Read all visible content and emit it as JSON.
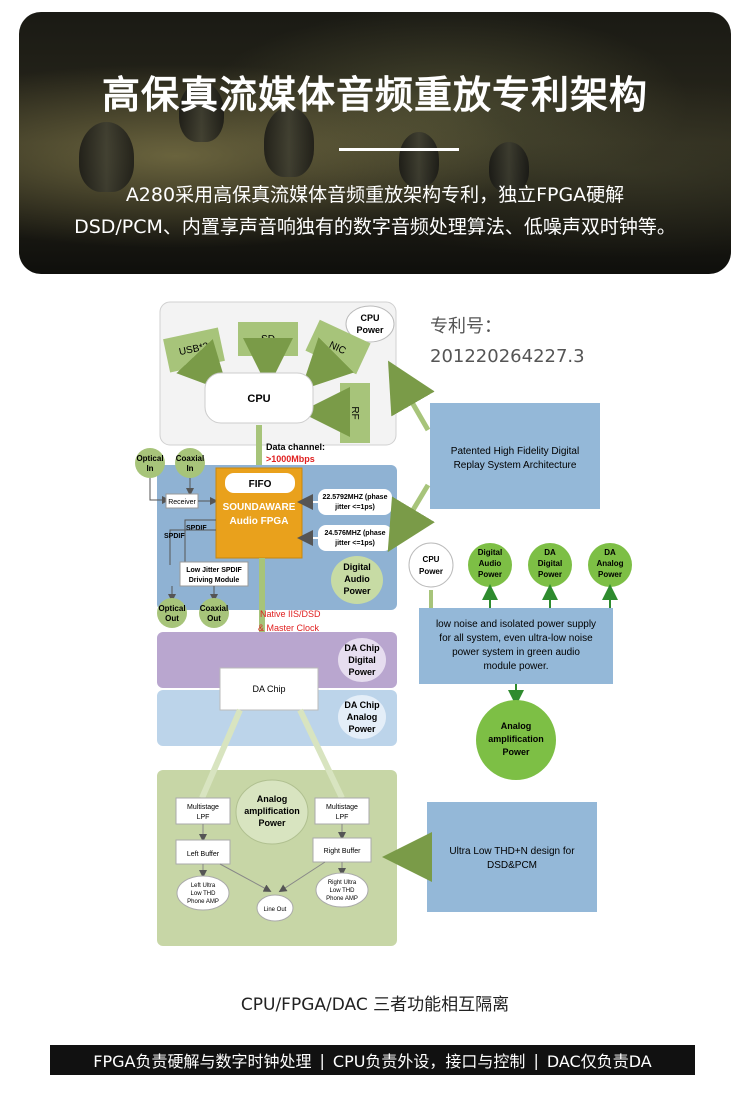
{
  "banner": {
    "title": "高保真流媒体音频重放专利架构",
    "line1": "A280采用高保真流媒体音频重放架构专利，独立FPGA硬解",
    "line2": "DSD/PCM、内置享声音响独有的数字音频处理算法、低噪声双时钟等。"
  },
  "patent": {
    "label": "专利号：",
    "number": "201220264227.3"
  },
  "diagram": {
    "cpu_power": [
      "CPU",
      "Power"
    ],
    "usb": "USB*2",
    "sd": "SD",
    "nic": "NIC",
    "rf": "RF",
    "cpu": "CPU",
    "data_channel": "Data channel:",
    "data_rate": ">1000Mbps",
    "optical_in": [
      "Optical",
      "In"
    ],
    "coaxial_in": [
      "Coaxial",
      "In"
    ],
    "receiver": "Receiver",
    "fifo": "FIFO",
    "soundaware": [
      "SOUNDAWARE",
      "Audio FPGA"
    ],
    "clock1": [
      "22.5792MHZ (phase",
      "jitter <=1ps)"
    ],
    "clock2": [
      "24.576MHZ (phase",
      "jitter <=1ps)"
    ],
    "spdif1": "SPDIF",
    "spdif2": "SPDIF",
    "low_jitter": [
      "Low Jitter SPDIF",
      "Driving Module"
    ],
    "optical_out": [
      "Optical",
      "Out"
    ],
    "coaxial_out": [
      "Coaxial",
      "Out"
    ],
    "digital_audio_power": [
      "Digital",
      "Audio",
      "Power"
    ],
    "native_iis": [
      "Native IIS/DSD",
      "& Master Clock"
    ],
    "da_chip_digital": [
      "DA Chip",
      "Digital",
      "Power"
    ],
    "da_chip": "DA Chip",
    "da_chip_analog": [
      "DA Chip",
      "Analog",
      "Power"
    ],
    "analog_amp_power": [
      "Analog",
      "amplification",
      "Power"
    ],
    "multistage_lpf_left": [
      "Multistage",
      "LPF"
    ],
    "multistage_lpf_right": [
      "Multistage",
      "LPF"
    ],
    "left_buffer": "Left Buffer",
    "right_buffer": "Right Buffer",
    "left_amp": [
      "Left Ultra",
      "Low THD",
      "Phone AMP"
    ],
    "right_amp": [
      "Right Ultra",
      "Low THD",
      "Phone AMP"
    ],
    "line_out": "Line Out",
    "patented_box": [
      "Patented High Fidelity Digital",
      "Replay System Architecture"
    ],
    "power_circles": [
      [
        "CPU",
        "Power"
      ],
      [
        "Digital",
        "Audio",
        "Power"
      ],
      [
        "DA",
        "Digital",
        "Power"
      ],
      [
        "DA",
        "Analog",
        "Power"
      ]
    ],
    "low_noise_box": [
      "low noise and isolated power supply",
      "for all system, even ultra-low noise",
      "power system in green audio",
      "module power."
    ],
    "analog_amp_circle": [
      "Analog",
      "amplification",
      "Power"
    ],
    "ultra_low_box": [
      "Ultra Low THD+N design for",
      "DSD&PCM"
    ],
    "colors": {
      "blue_box": "#94b8d8",
      "green_circle": "#7dbf45",
      "purple_band": "#b9a6cf",
      "light_blue_band": "#bcd4ea",
      "green_panel": "#c7d6a6",
      "fpga_orange": "#e9a11c",
      "arrow_green": "#6a9b2c",
      "data_red": "#e02020"
    }
  },
  "caption": "CPU/FPGA/DAC  三者功能相互隔离",
  "footer": {
    "part1": "FPGA负责硬解与数字时钟处理",
    "part2": "CPU负责外设，接口与控制",
    "part3": "DAC仅负责DA",
    "sep": "|"
  }
}
